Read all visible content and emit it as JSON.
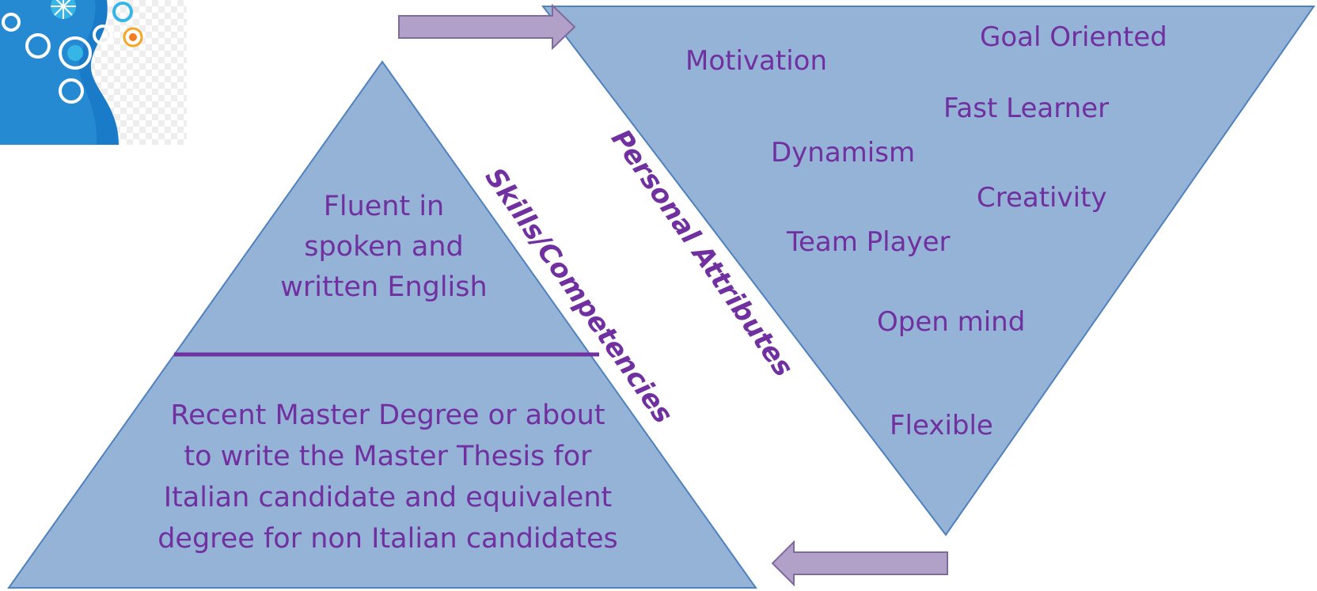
{
  "colors": {
    "shape_fill": "#95b3d7",
    "shape_stroke": "#4f81bd",
    "text": "#7030a0",
    "divider": "#7030a0",
    "arrow_fill": "#b1a0c7",
    "arrow_stroke": "#7f6a9c",
    "logo_blue": "#1a7bc9",
    "logo_cyan": "#35b6e6",
    "logo_orange": "#f47b20"
  },
  "logo": {
    "icon": "gears-head-logo"
  },
  "personal_attributes": {
    "label": "Personal Attributes",
    "items": [
      "Goal Oriented",
      "Motivation",
      "Fast Learner",
      "Dynamism",
      "Creativity",
      "Team Player",
      "Open mind",
      "Flexible"
    ]
  },
  "skills": {
    "label": "Skills/Competencies",
    "top_text": [
      "Fluent in",
      "spoken and",
      "written English"
    ],
    "bottom_text": [
      "Recent Master Degree or about",
      "to write the Master Thesis for",
      "Italian candidate and equivalent",
      "degree for non Italian candidates"
    ]
  },
  "arrows": {
    "top": "right-arrow",
    "bottom": "left-arrow"
  }
}
